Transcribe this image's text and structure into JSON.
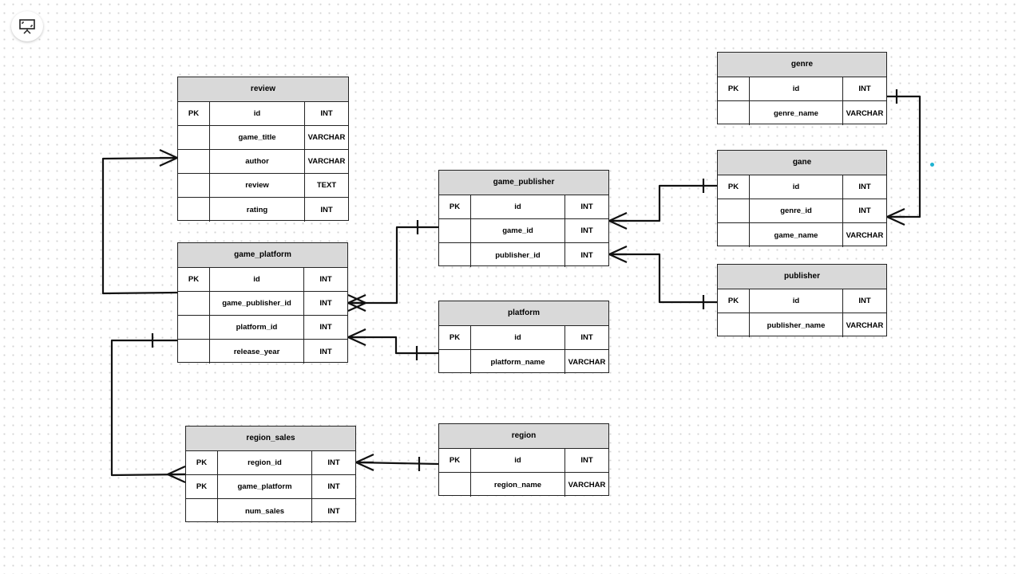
{
  "toolbar": {
    "present_icon": "presentation-icon"
  },
  "entities": [
    {
      "id": "review",
      "title": "review",
      "rows": [
        {
          "key": "PK",
          "name": "id",
          "type": "INT"
        },
        {
          "key": "",
          "name": "game_title",
          "type": "VARCHAR"
        },
        {
          "key": "",
          "name": "author",
          "type": "VARCHAR"
        },
        {
          "key": "",
          "name": "review",
          "type": "TEXT"
        },
        {
          "key": "",
          "name": "rating",
          "type": "INT"
        }
      ]
    },
    {
      "id": "game_platform",
      "title": "game_platform",
      "rows": [
        {
          "key": "PK",
          "name": "id",
          "type": "INT"
        },
        {
          "key": "",
          "name": "game_publisher_id",
          "type": "INT"
        },
        {
          "key": "",
          "name": "platform_id",
          "type": "INT"
        },
        {
          "key": "",
          "name": "release_year",
          "type": "INT"
        }
      ]
    },
    {
      "id": "region_sales",
      "title": "region_sales",
      "rows": [
        {
          "key": "PK",
          "name": "region_id",
          "type": "INT"
        },
        {
          "key": "PK",
          "name": "game_platform",
          "type": "INT"
        },
        {
          "key": "",
          "name": "num_sales",
          "type": "INT"
        }
      ]
    },
    {
      "id": "game_publisher",
      "title": "game_publisher",
      "rows": [
        {
          "key": "PK",
          "name": "id",
          "type": "INT"
        },
        {
          "key": "",
          "name": "game_id",
          "type": "INT"
        },
        {
          "key": "",
          "name": "publisher_id",
          "type": "INT"
        }
      ]
    },
    {
      "id": "platform",
      "title": "platform",
      "rows": [
        {
          "key": "PK",
          "name": "id",
          "type": "INT"
        },
        {
          "key": "",
          "name": "platform_name",
          "type": "VARCHAR"
        }
      ]
    },
    {
      "id": "region",
      "title": "region",
      "rows": [
        {
          "key": "PK",
          "name": "id",
          "type": "INT"
        },
        {
          "key": "",
          "name": "region_name",
          "type": "VARCHAR"
        }
      ]
    },
    {
      "id": "genre",
      "title": "genre",
      "rows": [
        {
          "key": "PK",
          "name": "id",
          "type": "INT"
        },
        {
          "key": "",
          "name": "genre_name",
          "type": "VARCHAR"
        }
      ]
    },
    {
      "id": "gane",
      "title": "gane",
      "rows": [
        {
          "key": "PK",
          "name": "id",
          "type": "INT"
        },
        {
          "key": "",
          "name": "genre_id",
          "type": "INT"
        },
        {
          "key": "",
          "name": "game_name",
          "type": "VARCHAR"
        }
      ]
    },
    {
      "id": "publisher",
      "title": "publisher",
      "rows": [
        {
          "key": "PK",
          "name": "id",
          "type": "INT"
        },
        {
          "key": "",
          "name": "publisher_name",
          "type": "VARCHAR"
        }
      ]
    }
  ],
  "relationships": [
    {
      "from": "game_platform",
      "to": "review",
      "cardinality": "one-to-many"
    },
    {
      "from": "game_publisher",
      "to": "game_platform",
      "cardinality": "one-to-many"
    },
    {
      "from": "platform",
      "to": "game_platform",
      "cardinality": "one-to-many"
    },
    {
      "from": "game_platform",
      "to": "region_sales",
      "cardinality": "one-to-many"
    },
    {
      "from": "region",
      "to": "region_sales",
      "cardinality": "one-to-many"
    },
    {
      "from": "gane",
      "to": "game_publisher",
      "cardinality": "one-to-many"
    },
    {
      "from": "publisher",
      "to": "game_publisher",
      "cardinality": "one-to-many"
    },
    {
      "from": "genre",
      "to": "gane",
      "cardinality": "one-to-many"
    }
  ]
}
